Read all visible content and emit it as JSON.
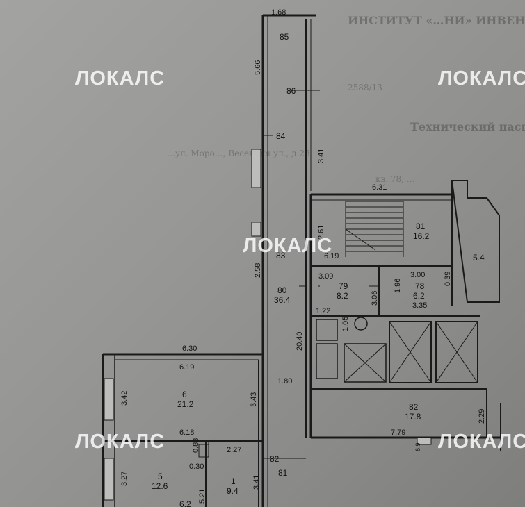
{
  "watermark": {
    "text": "ЛОКАЛС"
  },
  "header_faint": {
    "org": "ИНСТИТУТ «…НИ» ИНВЕНТАРИЗАЦИЯ",
    "number": "2588/13",
    "doc_title": "Технический паспорт на квар…",
    "row1": "…ул. Моро…, Весенняя ул., д.28",
    "row2": "кв. 78, …"
  },
  "dimensions": {
    "d_top": "1.68",
    "d_5_66": "5.66",
    "d_3_41_upper": "3.41",
    "d_6_31": "6.31",
    "d_2_61": "2.61",
    "d_6_19_mid": "6.19",
    "d_5_4": "5.4",
    "d_2_58": "2.58",
    "d_3_09": "3.09",
    "d_3_00": "3.00",
    "d_0_39": "0.39",
    "d_1_96": "1.96",
    "d_3_06": "3.06",
    "d_3_35": "3.35",
    "d_1_22": "1.22",
    "d_1_05": "1.05",
    "d_20_40": "20.40",
    "d_6_30": "6.30",
    "d_6_19_room6": "6.19",
    "d_3_42": "3.42",
    "d_3_43": "3.43",
    "d_1_80": "1.80",
    "d_2_29": "2.29",
    "d_6_18": "6.18",
    "d_2_27": "2.27",
    "d_7_79": "7.79",
    "d_0_83": "0.83",
    "d_0_30": "0.30",
    "d_3_27": "3.27",
    "d_3_41_lower": "3.41",
    "d_5_21": "5.21",
    "d_6_9": "6.9"
  },
  "rooms": {
    "r85": "85",
    "r86": "86",
    "r84": "84",
    "r83": "83",
    "r81_top": "81",
    "r81_top_area": "16.2",
    "r80": "80",
    "r80_area": "36.4",
    "r79": "79",
    "r79_area": "8.2",
    "r78": "78",
    "r78_area": "6.2",
    "r6": "6",
    "r6_area": "21.2",
    "r82": "82",
    "r82_area": "17.8",
    "r82_small": "82",
    "r81_small": "81",
    "r5": "5",
    "r5_area": "12.6",
    "r1": "1",
    "r1_area": "9.4",
    "r6_2": "6.2"
  }
}
